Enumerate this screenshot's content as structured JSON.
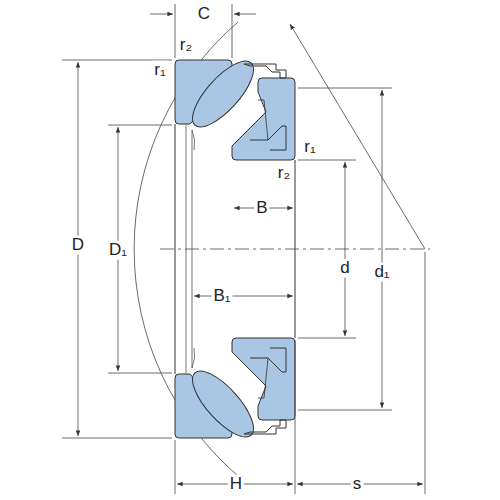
{
  "diagram": {
    "labels": [
      "C",
      "r₂",
      "r₁",
      "r₁",
      "r₂",
      "B",
      "D",
      "D₁",
      "d",
      "d₁",
      "B₁",
      "H",
      "s"
    ]
  }
}
